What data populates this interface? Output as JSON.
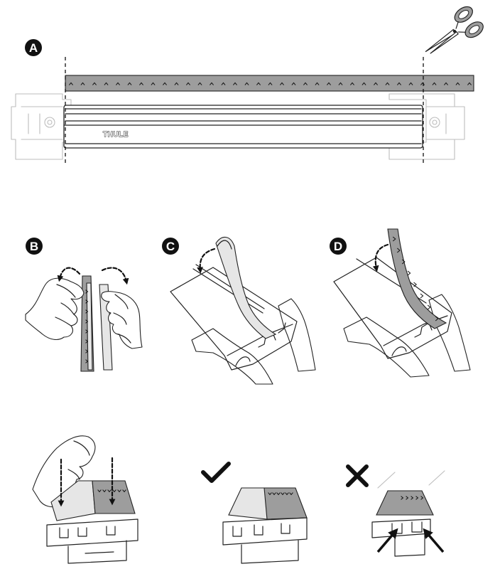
{
  "steps": [
    {
      "id": "A",
      "label": "A"
    },
    {
      "id": "B",
      "label": "B"
    },
    {
      "id": "C",
      "label": "C"
    },
    {
      "id": "D",
      "label": "D"
    }
  ],
  "brand": {
    "text": "THULE"
  },
  "icons": {
    "scissors": "scissors-icon",
    "correct": "checkmark-icon",
    "incorrect": "cross-icon"
  },
  "colors": {
    "line": "#222222",
    "strip_gray": "#9d9d9d",
    "ghost": "#bdbdbd",
    "badge": "#111111"
  }
}
